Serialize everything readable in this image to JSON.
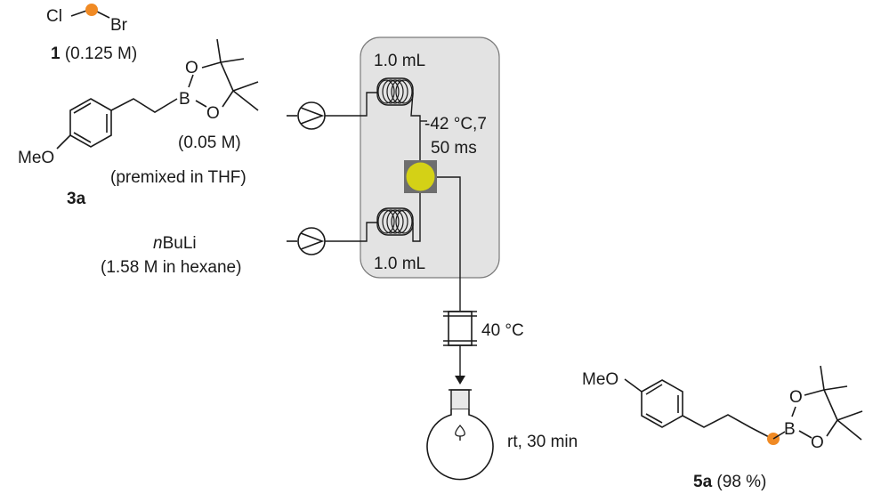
{
  "reagent_1": {
    "cl": "Cl",
    "br": "Br",
    "number": "1",
    "conc": " (0.125 M)",
    "dot_color": "#f08a24"
  },
  "reagent_3a": {
    "b": "B",
    "o_top": "O",
    "o_bottom": "O",
    "meo": "MeO",
    "conc": "(0.05 M)",
    "note": "(premixed in THF)",
    "number": "3a"
  },
  "reagent_nbuli": {
    "n": "n",
    "name": "BuLi",
    "conc": "(1.58 M in hexane)"
  },
  "reactor": {
    "coil_top_volume": "1.0 mL",
    "coil_bottom_volume": "1.0 mL",
    "conditions_line1": "-42 °C,7",
    "conditions_line2": "50 ms",
    "panel_color": "#e3e3e3",
    "mixer_color": "#d4d116"
  },
  "heater": {
    "label": "40 °C"
  },
  "flask": {
    "label": "rt, 30 min"
  },
  "product_5a": {
    "meo": "MeO",
    "b": "B",
    "o_top": "O",
    "o_bottom": "O",
    "number": "5a",
    "yield": " (98 %)",
    "dot_color": "#f08a24"
  }
}
